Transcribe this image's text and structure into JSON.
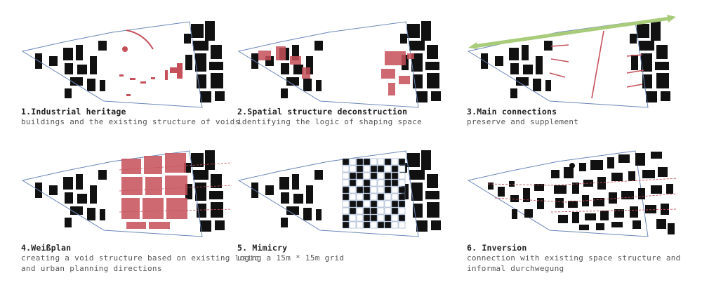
{
  "panels": [
    {
      "title": "1.Industrial heritage",
      "subtitle": "buildings and the existing structure of voids"
    },
    {
      "title": "2.Spatial structure deconstruction",
      "subtitle": "identifying the logic of shaping space"
    },
    {
      "title": "3.Main connections",
      "subtitle": "preserve and supplement"
    },
    {
      "title": "4.Weißplan",
      "subtitle": "creating a void structure based on existing logic",
      "subtitle2": "and urban planning directions"
    },
    {
      "title": "5. Mimicry",
      "subtitle": "using a 15m * 15m grid"
    },
    {
      "title": "6. Inversion",
      "subtitle": "connection with existing space structure and",
      "subtitle2": "informal durchwegung"
    }
  ],
  "colors": {
    "building": "#111111",
    "boundary": "#6a86b8",
    "void_red": "#c6505a",
    "connection_green": "#a9cc7a",
    "grid": "#7d93b8"
  }
}
